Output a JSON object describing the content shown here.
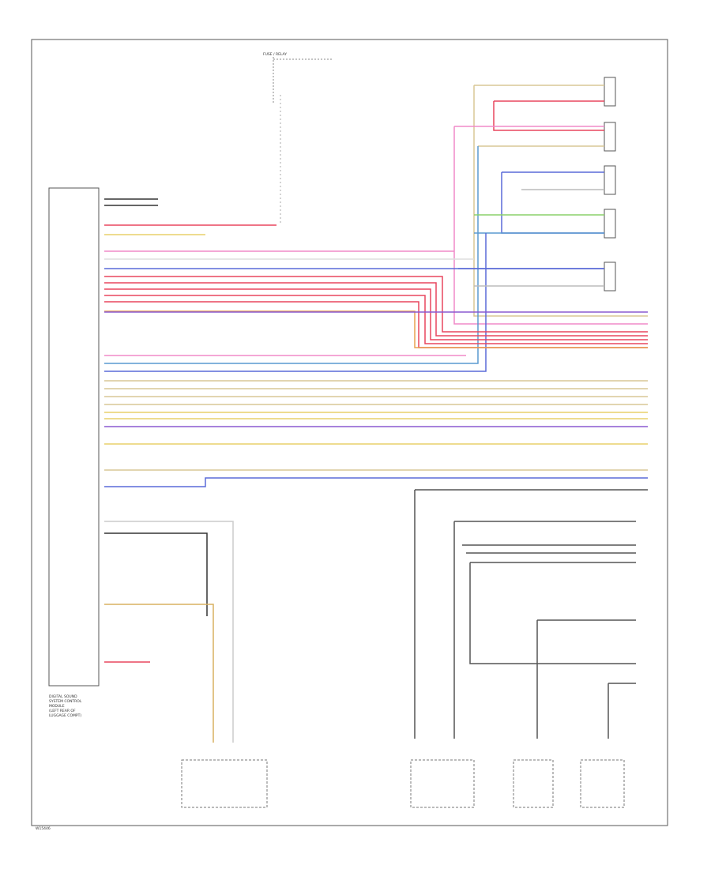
{
  "diagram": {
    "module_caption": [
      "DIGITAL SOUND",
      "SYSTEM CONTROL",
      "MODULE",
      "(LEFT REAR OF",
      "LUGGAGE COMPT)"
    ],
    "fuse_box_label": "FUSE / RELAY",
    "footer_id": "W15446"
  },
  "wire_colors": {
    "pink": "#f08ac8",
    "red": "#e8465e",
    "yellow": "#e8d06a",
    "tan": "#d9c796",
    "green": "#8ad06a",
    "blue": "#5a6ad8",
    "blueteal": "#5a9ad0",
    "violet": "#8a5ad0",
    "orange": "#e8a050",
    "gray": "#909090",
    "black": "#333333",
    "frame": "#555555"
  }
}
